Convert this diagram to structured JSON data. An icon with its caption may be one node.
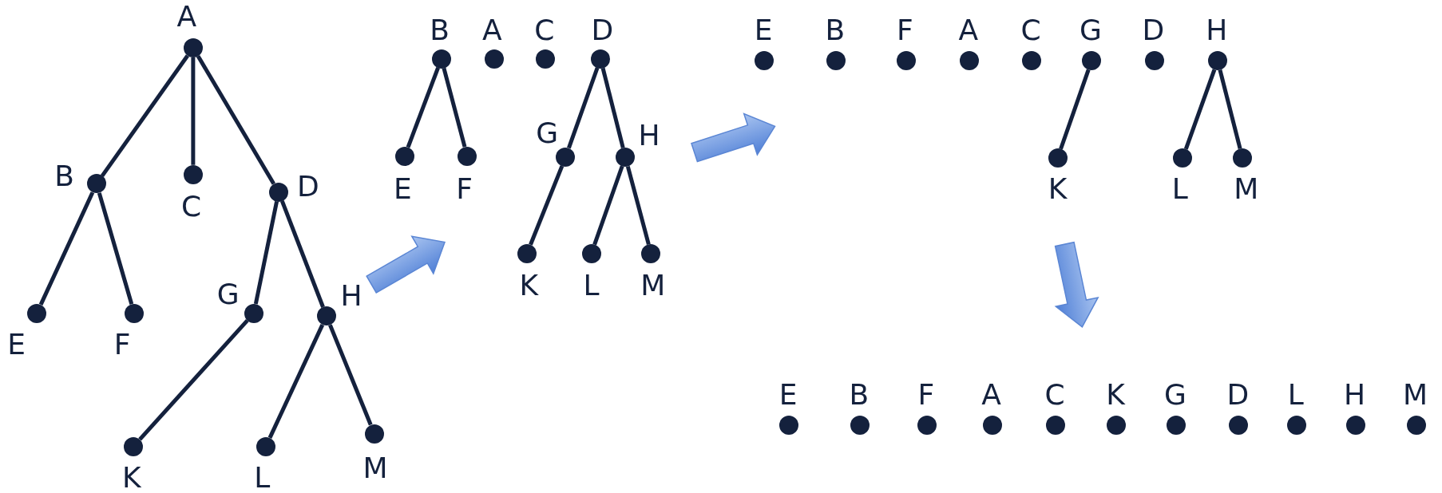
{
  "diagram": {
    "nodes": [
      {
        "text": [
          "A"
        ]
      },
      {
        "text": [
          "B"
        ]
      },
      {
        "text": [
          "C"
        ]
      },
      {
        "text": [
          "D"
        ]
      },
      {
        "text": [
          "E"
        ]
      },
      {
        "text": [
          "F"
        ]
      },
      {
        "text": [
          "G"
        ]
      },
      {
        "text": [
          "H"
        ]
      },
      {
        "text": [
          "K"
        ]
      },
      {
        "text": [
          "L"
        ]
      },
      {
        "text": [
          "M"
        ]
      },
      {
        "text": [
          "B"
        ]
      },
      {
        "text": [
          "A"
        ]
      },
      {
        "text": [
          "C"
        ]
      },
      {
        "text": [
          "D"
        ]
      },
      {
        "text": [
          "E"
        ]
      },
      {
        "text": [
          "F"
        ]
      },
      {
        "text": [
          "G"
        ]
      },
      {
        "text": [
          "H"
        ]
      },
      {
        "text": [
          "K"
        ]
      },
      {
        "text": [
          "L"
        ]
      },
      {
        "text": [
          "M"
        ]
      },
      {
        "text": [
          "E"
        ]
      },
      {
        "text": [
          "B"
        ]
      },
      {
        "text": [
          "F"
        ]
      },
      {
        "text": [
          "A"
        ]
      },
      {
        "text": [
          "C"
        ]
      },
      {
        "text": [
          "G"
        ]
      },
      {
        "text": [
          "D"
        ]
      },
      {
        "text": [
          "H"
        ]
      },
      {
        "text": [
          "K"
        ]
      },
      {
        "text": [
          "L"
        ]
      },
      {
        "text": [
          "M"
        ]
      },
      {
        "text": [
          "E"
        ]
      },
      {
        "text": [
          "B"
        ]
      },
      {
        "text": [
          "F"
        ]
      },
      {
        "text": [
          "A"
        ]
      },
      {
        "text": [
          "C"
        ]
      },
      {
        "text": [
          "K"
        ]
      },
      {
        "text": [
          "G"
        ]
      },
      {
        "text": [
          "D"
        ]
      },
      {
        "text": [
          "L"
        ]
      },
      {
        "text": [
          "H"
        ]
      },
      {
        "text": [
          "M"
        ]
      }
    ],
    "edges": [
      {
        "from": 0,
        "to": 1,
        "arrow": "none"
      },
      {
        "from": 0,
        "to": 2,
        "arrow": "none"
      },
      {
        "from": 0,
        "to": 3,
        "arrow": "none"
      },
      {
        "from": 1,
        "to": 4,
        "arrow": "none"
      },
      {
        "from": 1,
        "to": 5,
        "arrow": "none"
      },
      {
        "from": 3,
        "to": 6,
        "arrow": "none"
      },
      {
        "from": 3,
        "to": 7,
        "arrow": "none"
      },
      {
        "from": 6,
        "to": 8,
        "arrow": "none"
      },
      {
        "from": 7,
        "to": 9,
        "arrow": "none"
      },
      {
        "from": 7,
        "to": 10,
        "arrow": "none"
      },
      {
        "from": 11,
        "to": 15,
        "arrow": "none"
      },
      {
        "from": 11,
        "to": 16,
        "arrow": "none"
      },
      {
        "from": 14,
        "to": 17,
        "arrow": "none"
      },
      {
        "from": 14,
        "to": 18,
        "arrow": "none"
      },
      {
        "from": 17,
        "to": 19,
        "arrow": "none"
      },
      {
        "from": 18,
        "to": 20,
        "arrow": "none"
      },
      {
        "from": 18,
        "to": 21,
        "arrow": "none"
      },
      {
        "from": 27,
        "to": 30,
        "arrow": "none"
      },
      {
        "from": 29,
        "to": 31,
        "arrow": "none"
      },
      {
        "from": 29,
        "to": 32,
        "arrow": "none"
      }
    ]
  }
}
